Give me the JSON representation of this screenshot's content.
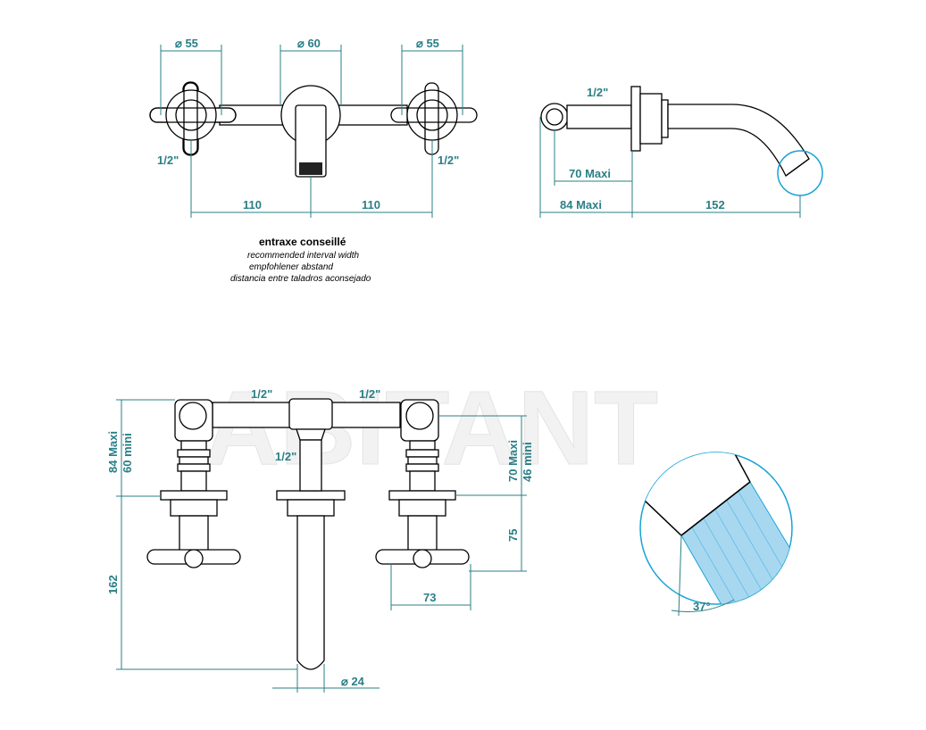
{
  "watermark": "ABITANT",
  "note": {
    "title": "entraxe conseillé",
    "en": "recommended interval width",
    "de": "empfohlener abstand",
    "es": "distancia entre taladros aconsejado"
  },
  "top_view": {
    "dia_left": "⌀ 55",
    "dia_center": "⌀ 60",
    "dia_right": "⌀ 55",
    "thread_left": "1/2\"",
    "thread_right": "1/2\"",
    "span_left": "110",
    "span_right": "110"
  },
  "side_view": {
    "thread": "1/2\"",
    "depth": "70  Maxi",
    "depth_total": "84  Maxi",
    "reach": "152"
  },
  "front_view": {
    "thread_top_left": "1/2\"",
    "thread_top_right": "1/2\"",
    "thread_spout": "1/2\"",
    "left_max": "84 Maxi",
    "left_min": "60 mini",
    "right_max": "70 Maxi",
    "right_min": "46 mini",
    "height_total": "162",
    "handle_drop": "75",
    "handle_length": "73",
    "spout_dia": "⌀ 24"
  },
  "detail": {
    "angle": "37°"
  }
}
